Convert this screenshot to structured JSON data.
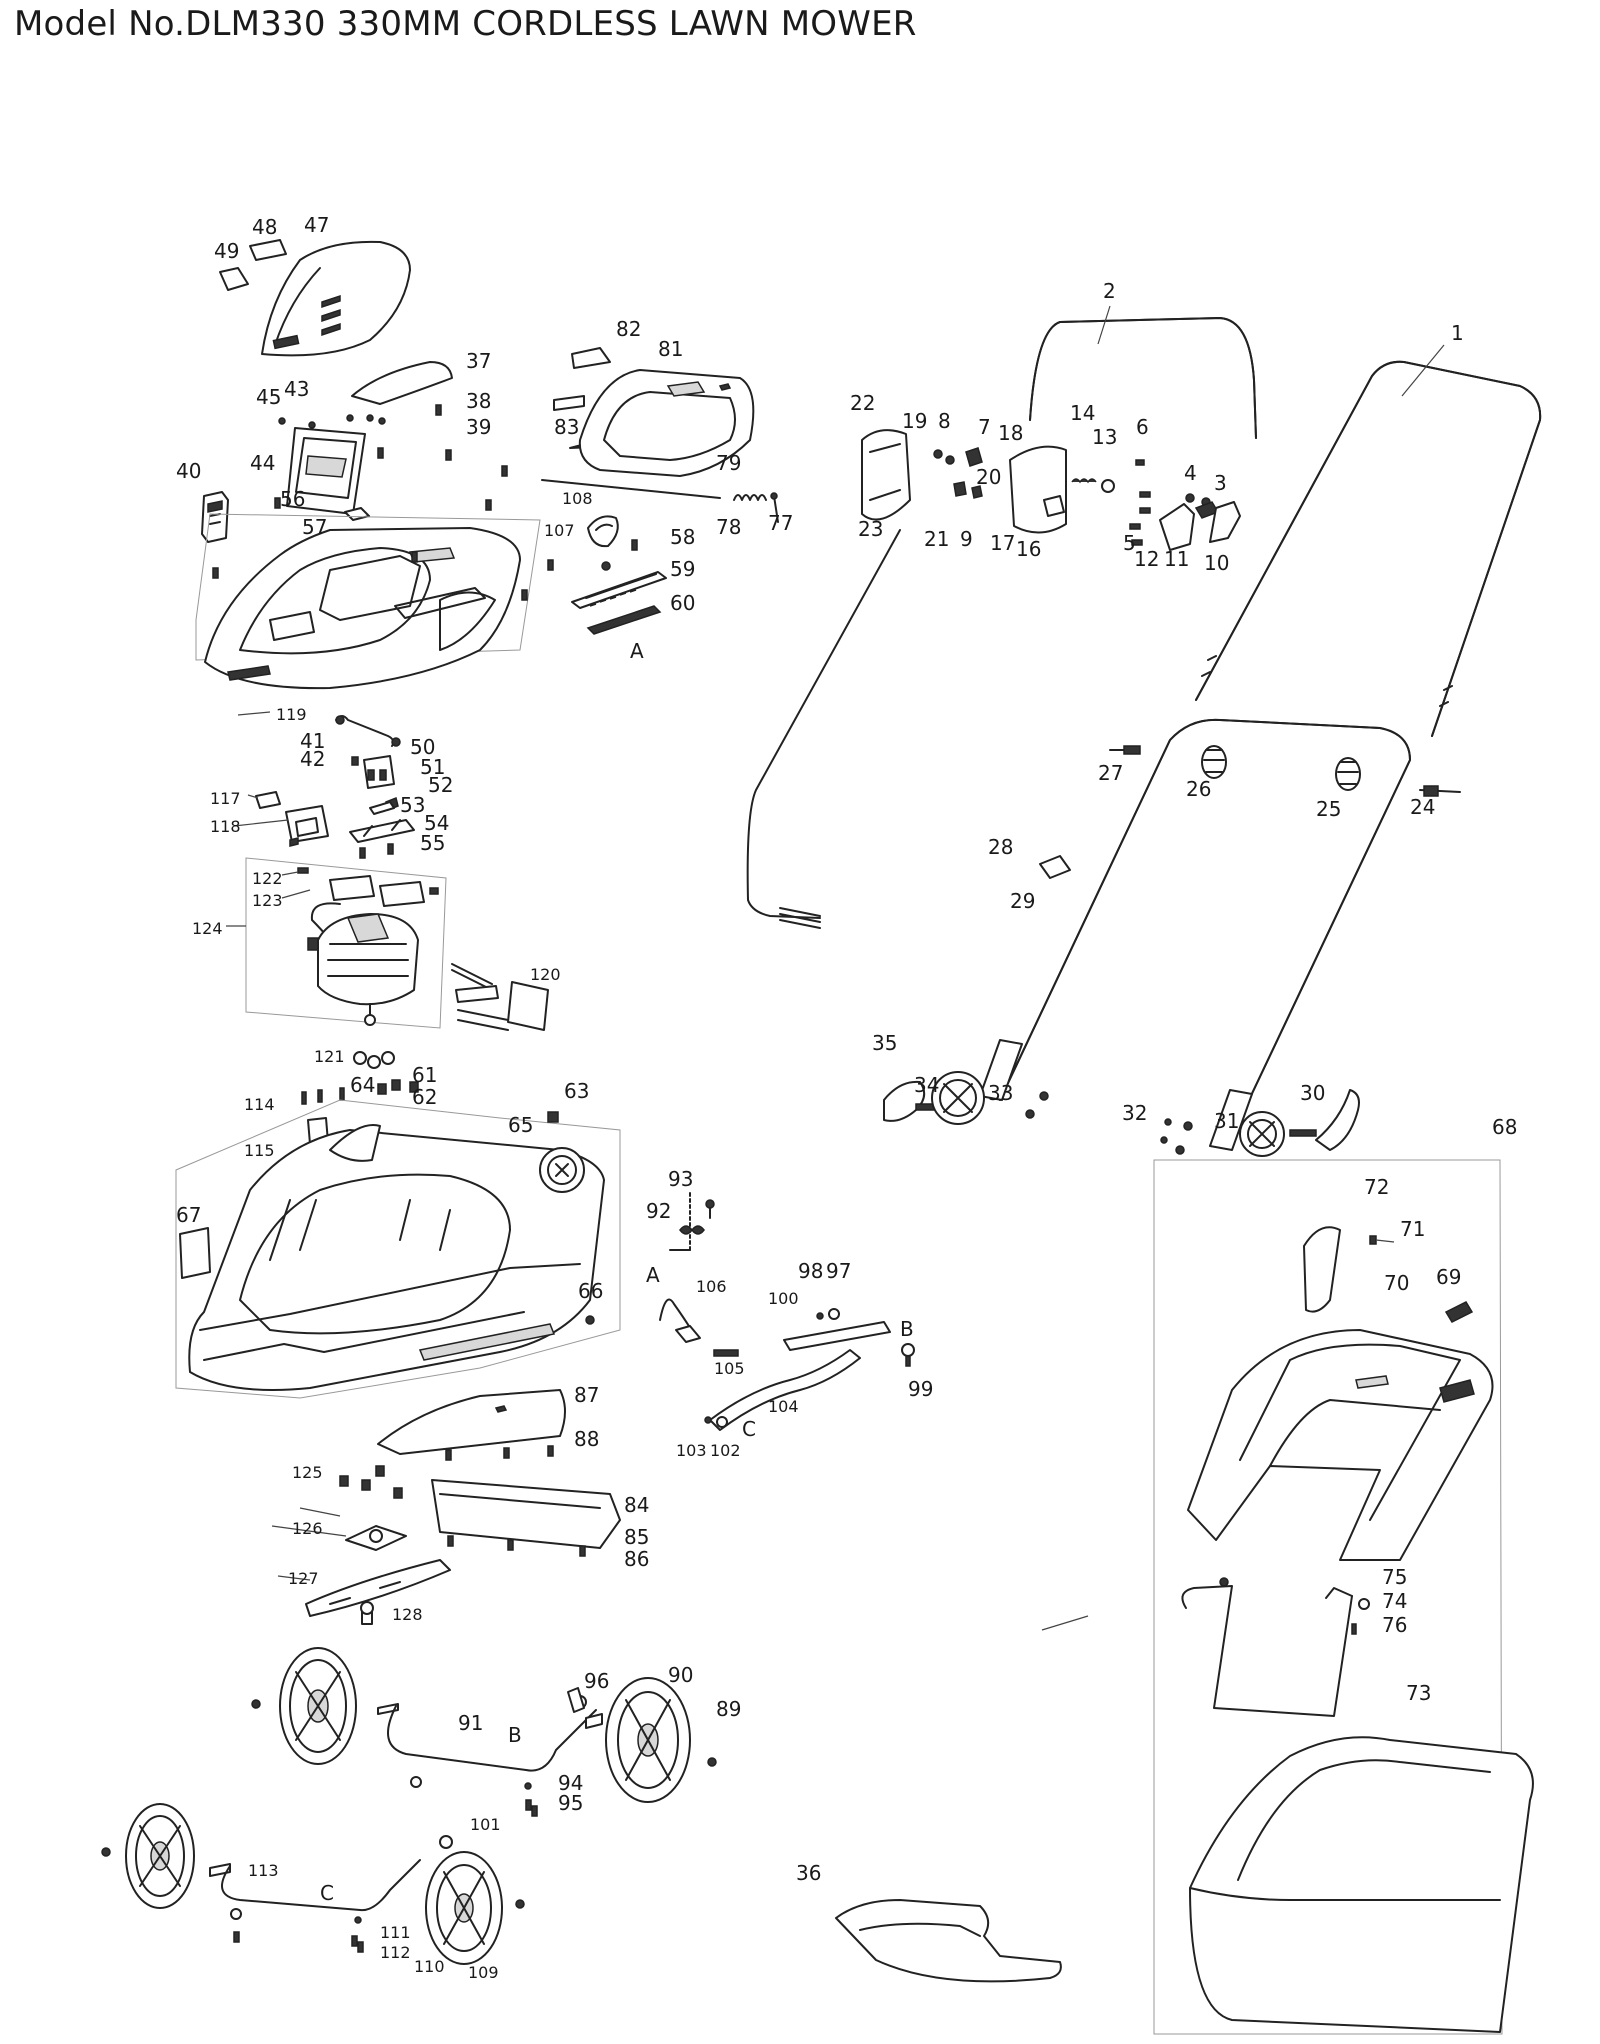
{
  "title": "Model No.DLM330 330MM CORDLESS LAWN MOWER",
  "part_labels": [
    "1",
    "2",
    "3",
    "4",
    "5",
    "6",
    "7",
    "8",
    "9",
    "10",
    "11",
    "12",
    "13",
    "14",
    "16",
    "17",
    "18",
    "19",
    "20",
    "21",
    "22",
    "23",
    "24",
    "25",
    "26",
    "27",
    "28",
    "29",
    "30",
    "31",
    "32",
    "33",
    "34",
    "35",
    "36",
    "37",
    "38",
    "39",
    "40",
    "41",
    "42",
    "43",
    "44",
    "45",
    "47",
    "48",
    "49",
    "50",
    "51",
    "52",
    "53",
    "54",
    "55",
    "56",
    "57",
    "58",
    "59",
    "60",
    "61",
    "62",
    "63",
    "64",
    "65",
    "66",
    "67",
    "68",
    "69",
    "70",
    "71",
    "72",
    "73",
    "74",
    "75",
    "76",
    "77",
    "78",
    "79",
    "81",
    "82",
    "83",
    "84",
    "85",
    "86",
    "87",
    "88",
    "89",
    "90",
    "91",
    "92",
    "93",
    "94",
    "95",
    "96",
    "97",
    "98",
    "99",
    "100",
    "101",
    "102",
    "103",
    "104",
    "105",
    "106",
    "107",
    "108",
    "109",
    "110",
    "111",
    "112",
    "113",
    "114",
    "115",
    "117",
    "118",
    "119",
    "120",
    "121",
    "122",
    "123",
    "124",
    "125",
    "126",
    "127",
    "128"
  ],
  "connector_labels": [
    "A",
    "A",
    "B",
    "B",
    "C",
    "C"
  ]
}
